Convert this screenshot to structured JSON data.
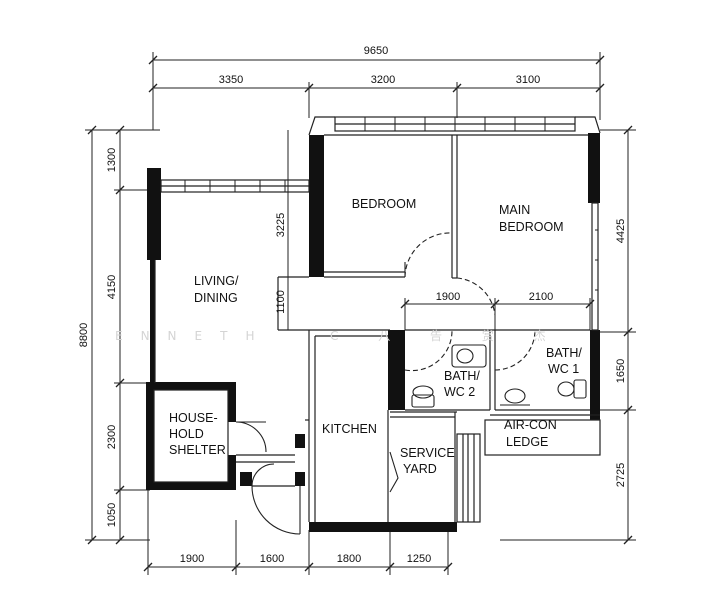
{
  "dimensions": {
    "overall_width": "9650",
    "top_3350": "3350",
    "top_3200": "3200",
    "top_3100": "3100",
    "overall_height": "8800",
    "left_1300": "1300",
    "left_4150": "4150",
    "left_2300": "2300",
    "left_1050": "1050",
    "bottom_1900": "1900",
    "bottom_1600": "1600",
    "bottom_1800": "1800",
    "bottom_1250": "1250",
    "right_4425": "4425",
    "right_1650": "1650",
    "right_2725": "2725",
    "inner_3225": "3225",
    "inner_1100": "1100",
    "inner_1900": "1900",
    "inner_2100": "2100"
  },
  "rooms": {
    "bedroom": "BEDROOM",
    "main_bedroom_l1": "MAIN",
    "main_bedroom_l2": "BEDROOM",
    "living_l1": "LIVING/",
    "living_l2": "DINING",
    "household_l1": "HOUSE-",
    "household_l2": "HOLD",
    "household_l3": "SHELTER",
    "kitchen": "KITCHEN",
    "service_l1": "SERVICE",
    "service_l2": "YARD",
    "bath2_l1": "BATH/",
    "bath2_l2": "WC 2",
    "bath1_l1": "BATH/",
    "bath1_l2": "WC 1",
    "aircon_l1": "AIR-CON",
    "aircon_l2": "LEDGE"
  },
  "watermark": {
    "left": "ENNETH",
    "right": "C 八 告 赏 杰"
  },
  "colors": {
    "wall": "#111111",
    "line": "#222222",
    "watermark": "#d4d4d4"
  }
}
